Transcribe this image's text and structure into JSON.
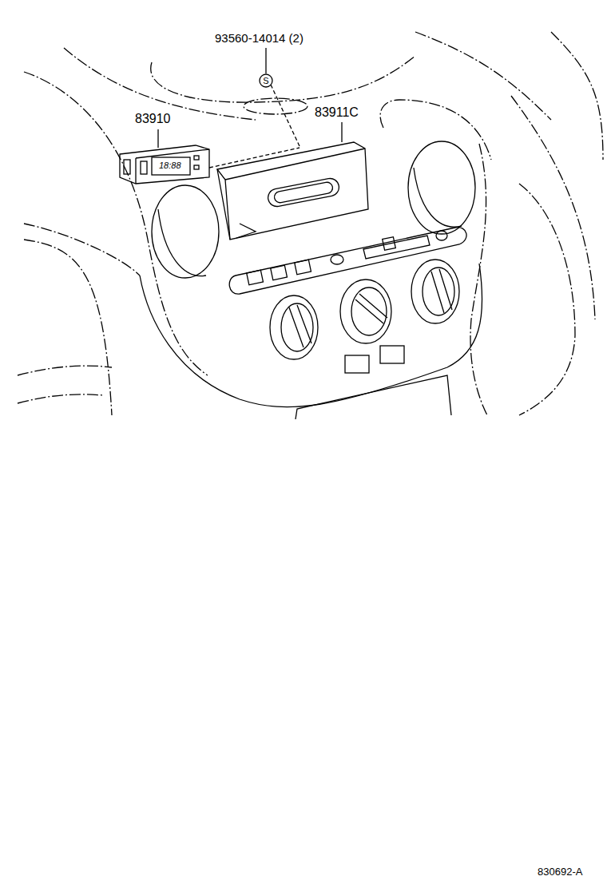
{
  "diagram": {
    "labels": [
      "93560-14014 (2)",
      "S",
      "83910",
      "83911C",
      "18:88",
      "830692-A"
    ]
  }
}
